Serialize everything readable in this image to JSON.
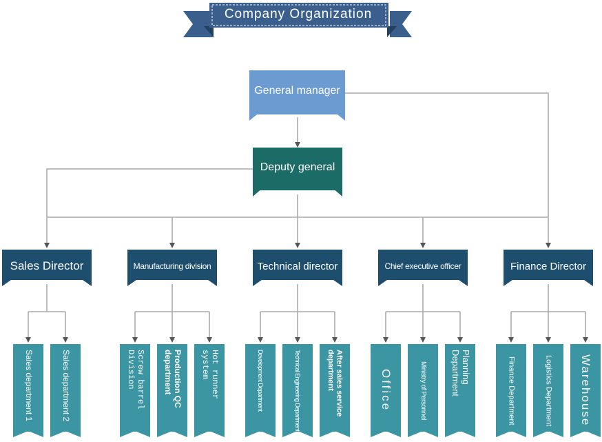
{
  "title": "Company Organization",
  "colors": {
    "ribbon": "#3b5f8c",
    "general_manager": "#6b9bd1",
    "deputy": "#1b6b67",
    "director": "#1e4e6e",
    "department": "#3b95a2",
    "connector": "#aaaaaa",
    "arrow": "#555555"
  },
  "top": {
    "general_manager": "General manager",
    "deputy_general": "Deputy general"
  },
  "directors": [
    {
      "label": "Sales Director"
    },
    {
      "label": "Manufacturing division"
    },
    {
      "label": "Technical director"
    },
    {
      "label": "Chief executive officer"
    },
    {
      "label": "Finance Director"
    }
  ],
  "departments": [
    {
      "label": "Sales department 1"
    },
    {
      "label": "Sales department 2"
    },
    {
      "label": "Screw barrel Division"
    },
    {
      "label": "Production QC department"
    },
    {
      "label": "Hot runner system"
    },
    {
      "label": "Development Department"
    },
    {
      "label": "Technical Engineering Department"
    },
    {
      "label": "After sales service department"
    },
    {
      "label": "Office"
    },
    {
      "label": "Ministry of Personnel"
    },
    {
      "label": "Planning Department"
    },
    {
      "label": "Finance Department"
    },
    {
      "label": "Logistics Department"
    },
    {
      "label": "Warehouse"
    }
  ]
}
